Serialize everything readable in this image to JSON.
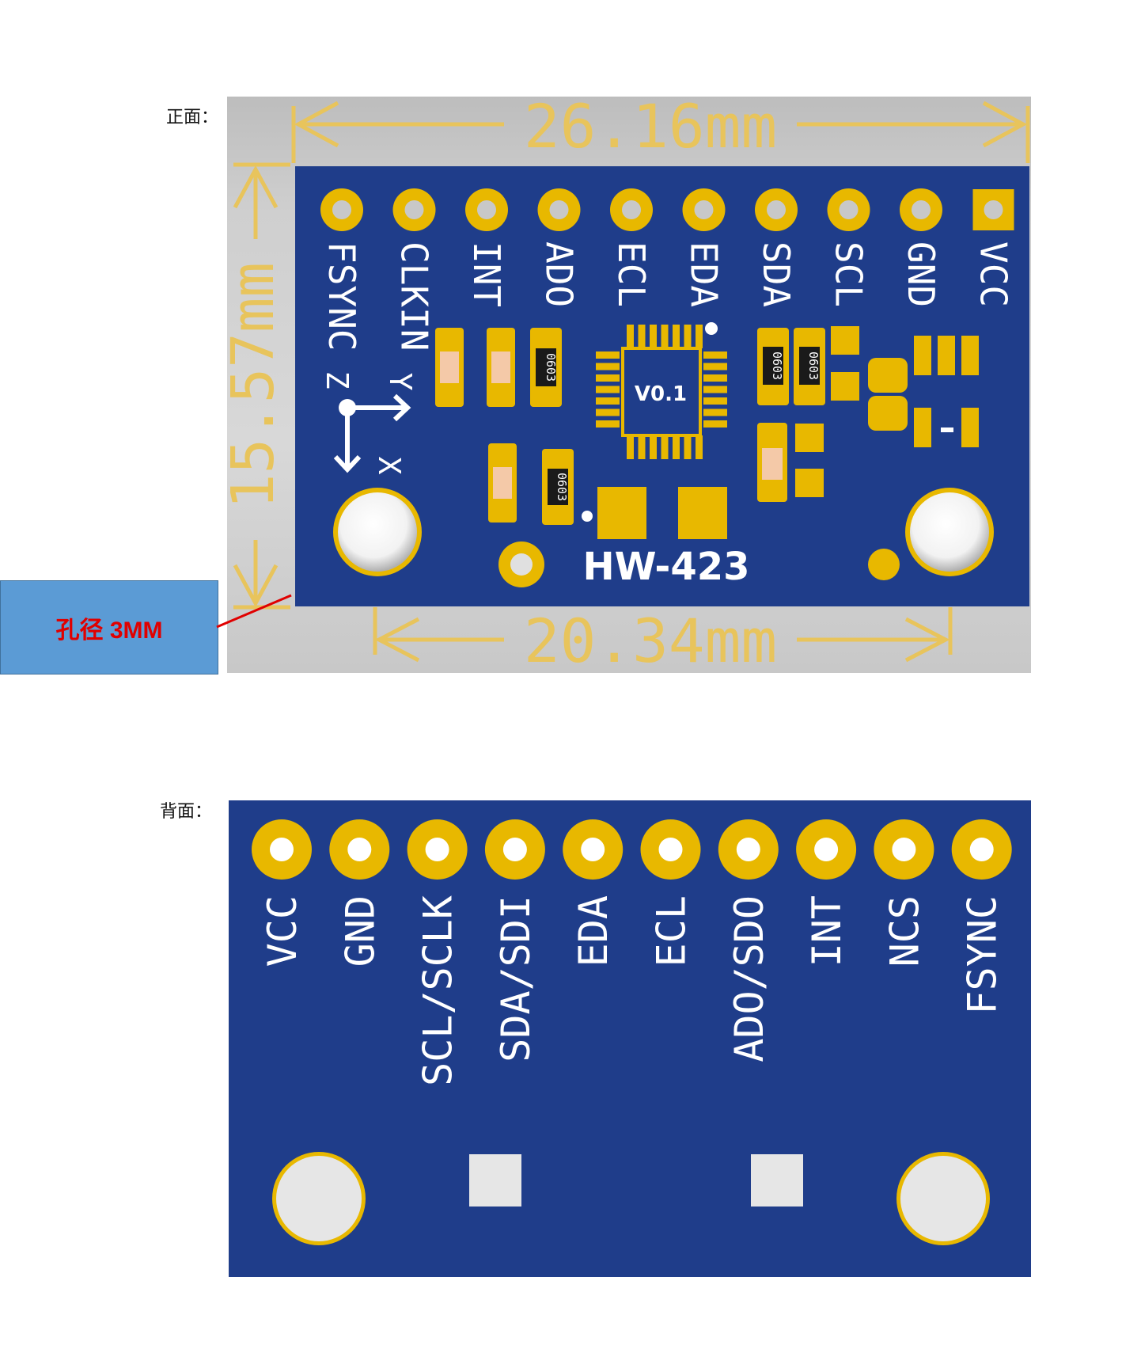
{
  "front": {
    "label": "正面：",
    "dim_width": "26.16mm",
    "dim_height": "15.57mm",
    "dim_hole_spacing": "20.34mm",
    "pins": [
      "FSYNC",
      "CLKIN",
      "INT",
      "ADO",
      "ECL",
      "EDA",
      "SDA",
      "SCL",
      "GND",
      "VCC"
    ],
    "axis_labels": {
      "z": "Z",
      "y": "Y",
      "x": "X"
    },
    "chip_version": "V0.1",
    "board_name": "HW-423",
    "resistor_code": "0603"
  },
  "back": {
    "label": "背面：",
    "pins": [
      "VCC",
      "GND",
      "SCL/SCLK",
      "SDA/SDI",
      "EDA",
      "ECL",
      "ADO/SDO",
      "INT",
      "NCS",
      "FSYNC"
    ]
  },
  "callout": {
    "text": "孔径 3MM"
  },
  "colors": {
    "board": "#1f3d8a",
    "gold": "#e8b800",
    "dimension": "#e8c45c",
    "silkscreen": "#ffffff",
    "callout_bg": "#5b9bd5",
    "callout_text": "#e00000"
  }
}
